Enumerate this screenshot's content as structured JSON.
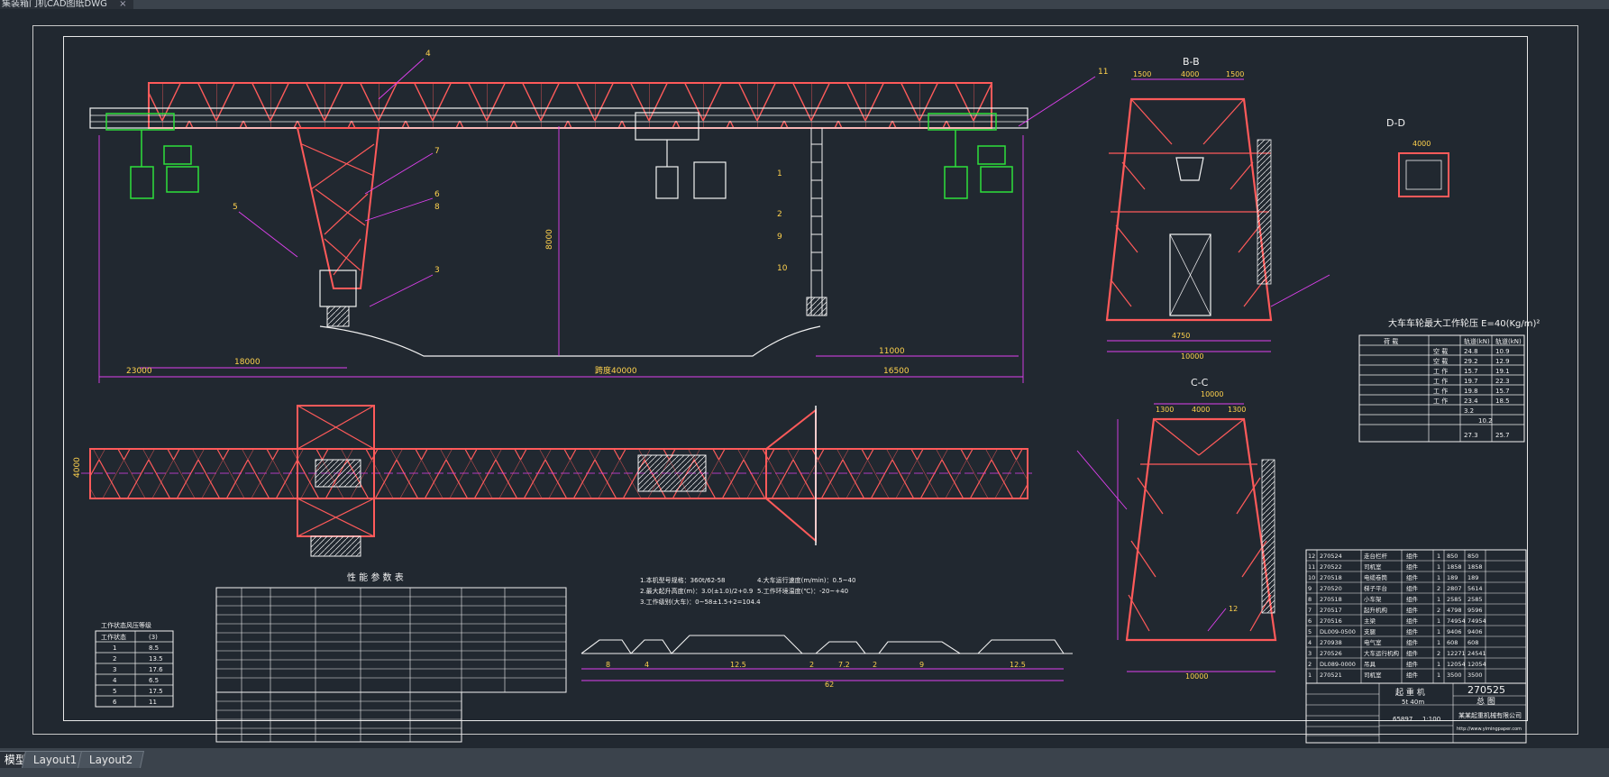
{
  "window": {
    "tab_title": "集装箱门机CAD图纸DWG",
    "close_glyph": "×"
  },
  "layout_tabs": [
    {
      "label": "模型",
      "active": true
    },
    {
      "label": "Layout1",
      "active": false
    },
    {
      "label": "Layout2",
      "active": false
    }
  ],
  "drawing": {
    "section_labels": {
      "bb": "B-B",
      "dd": "D-D",
      "cc": "C-C"
    },
    "dimensions": {
      "span": "跨度40000",
      "left_overhang": "23000",
      "right_overhang": "16500",
      "left_leg": "18000",
      "right_leg": "11000",
      "height_main": "8000",
      "bb_top": [
        "1500",
        "4000",
        "1500"
      ],
      "bb_bottom": [
        "4750",
        "10000"
      ],
      "cc_top": [
        "1300",
        "4000",
        "1300"
      ],
      "cc_bottom": [
        "10000"
      ],
      "cc_width": "10000",
      "dd_width": "4000",
      "profile_total": "62",
      "profile_segments": [
        "8",
        "4",
        "12.5",
        "2",
        "7.2",
        "2",
        "9",
        "12.5"
      ]
    },
    "callouts": [
      "4",
      "11",
      "7",
      "6",
      "8",
      "5",
      "3",
      "1",
      "2",
      "9",
      "10",
      "12"
    ],
    "performance_title": "性 能 参 数 表",
    "load_table_title": "大车车轮最大工作轮压 E=40(Kg/m)²",
    "load_table_headers": [
      "荷 载",
      "轨道(kN)",
      "轨道(kN)"
    ],
    "load_table_values": [
      [
        "空 载",
        "24.8",
        "10.9"
      ],
      [
        "空 载",
        "29.2",
        "12.9"
      ],
      [
        "工 作",
        "15.7",
        "19.1"
      ],
      [
        "工 作",
        "19.7",
        "22.3"
      ],
      [
        "工 作",
        "19.8",
        "15.7"
      ],
      [
        "工 作",
        "23.4",
        "18.5"
      ],
      [
        "",
        "3.2",
        ""
      ],
      [
        "",
        "10.2",
        ""
      ],
      [
        "",
        "27.3",
        "25.7"
      ]
    ],
    "wind_table_title": "工作状态风压等级",
    "wind_table_values": [
      [
        "工作状态",
        "(3)"
      ],
      [
        "1",
        "8.5"
      ],
      [
        "2",
        "13.5"
      ],
      [
        "3",
        "17.6"
      ],
      [
        "4",
        "6.5"
      ],
      [
        "5",
        "17.5"
      ],
      [
        "6",
        "11"
      ]
    ],
    "notes": [
      "1.本机型号规格：360t/62-58",
      "2.最大起升高度(m)：3.0(±1.0)/2+0.9",
      "3.工作级别(大车)：0~58±1.5+2=104.4",
      "4.大车运行速度(m/min)：0.5~40",
      "5.工作环境温度(℃)：-20~+40"
    ],
    "parts_list": [
      [
        "12",
        "270524",
        "走台栏杆",
        "组件",
        "1",
        "850",
        "850"
      ],
      [
        "11",
        "270522",
        "司机室",
        "组件",
        "1",
        "1858",
        "1858"
      ],
      [
        "10",
        "270518",
        "电缆卷筒",
        "组件",
        "1",
        "189",
        "189"
      ],
      [
        "9",
        "270520",
        "梯子平台",
        "组件",
        "2",
        "2807",
        "5614"
      ],
      [
        "8",
        "270518",
        "小车架",
        "组件",
        "1",
        "2585",
        "2585"
      ],
      [
        "7",
        "270517",
        "起升机构",
        "组件",
        "2",
        "4798",
        "9596"
      ],
      [
        "6",
        "270516",
        "主梁",
        "组件",
        "1",
        "74954",
        "74954"
      ],
      [
        "5",
        "DL009-0500",
        "支腿",
        "组件",
        "1",
        "9406",
        "9406"
      ],
      [
        "4",
        "270938",
        "电气室",
        "组件",
        "1",
        "608",
        "608"
      ],
      [
        "3",
        "270526",
        "大车运行机构",
        "组件",
        "2",
        "12271",
        "24541"
      ],
      [
        "2",
        "DL089-0000",
        "吊具",
        "组件",
        "1",
        "12054",
        "12054"
      ],
      [
        "1",
        "270521",
        "司机室",
        "组件",
        "1",
        "3500",
        "3500"
      ]
    ],
    "title_block": {
      "drawing_no": "270525",
      "name": "总 图",
      "machine": "起 重 机",
      "spec": "5t  40m",
      "scale": "1:100",
      "weight": "65897",
      "company": "某某起重机械有限公司",
      "url": "http://www.yimingpaper.com"
    }
  },
  "colors": {
    "steel_red": "#ff5a5a",
    "dim_magenta": "#e040f0",
    "mechanism_green": "#2ee03a",
    "line_white": "#f2f2f2",
    "dim_yellow": "#ffd24d",
    "background": "#212830"
  }
}
